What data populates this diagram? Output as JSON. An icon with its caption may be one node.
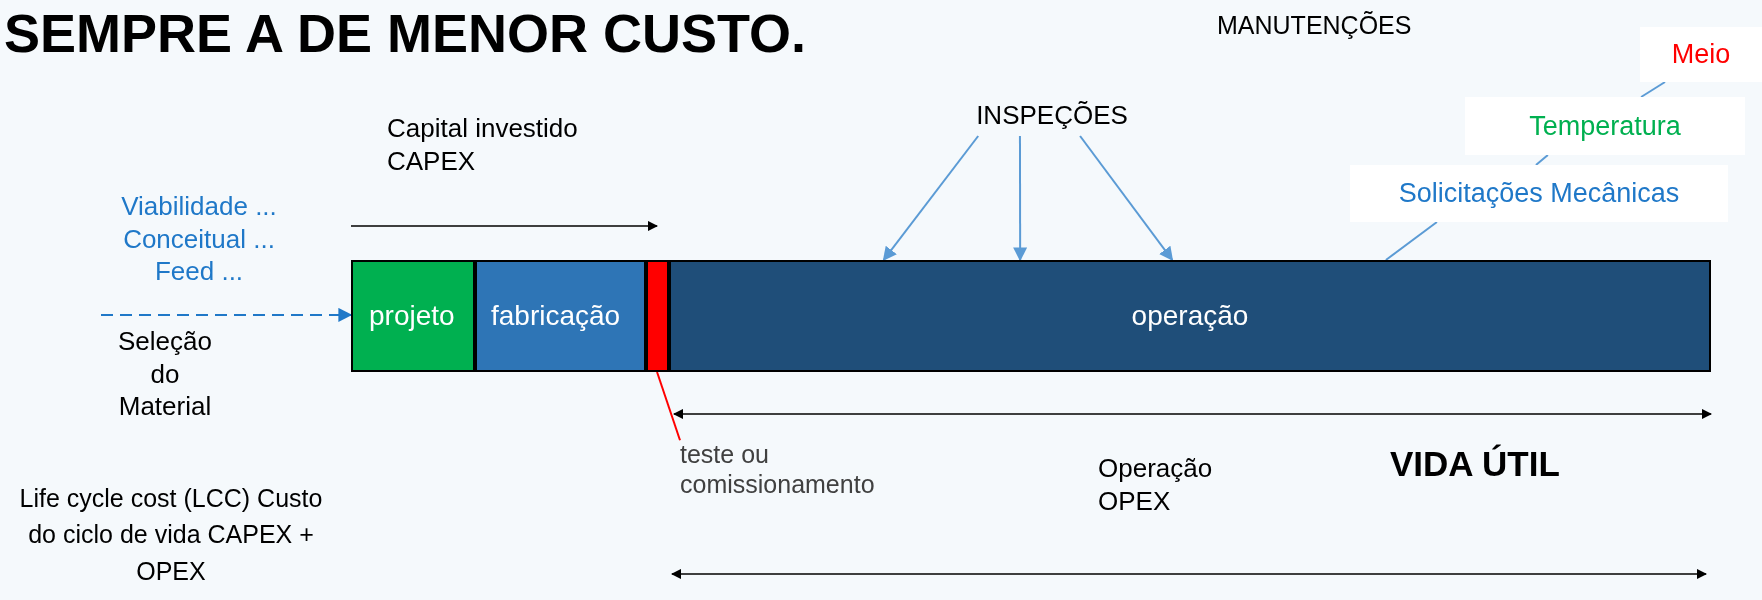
{
  "diagram": {
    "nodes": [
      {
        "text": [
          "projeto"
        ]
      },
      {
        "text": [
          "fabricação"
        ]
      },
      {
        "text": [],
        "shape": "box"
      },
      {
        "text": [
          "operação"
        ]
      },
      {
        "text": [
          "teste ou comissionamento"
        ]
      },
      {
        "text": [
          "INSPEÇÕES"
        ]
      },
      {
        "text": [
          "Solicitações Mecânicas"
        ]
      },
      {
        "text": [
          "Temperatura"
        ]
      },
      {
        "text": [
          "Meio"
        ]
      }
    ],
    "edges": [
      {
        "from": 4,
        "to": 2,
        "arrow": "none",
        "color": "#ff0000"
      },
      {
        "from": 5,
        "to": 3,
        "arrow": "to"
      },
      {
        "from": 5,
        "to": 3,
        "arrow": "to"
      },
      {
        "from": 5,
        "to": 3,
        "arrow": "to"
      },
      {
        "from": null,
        "to": 0,
        "arrow": "to",
        "style": "dashed",
        "color": "#1f78c8"
      },
      {
        "from": 6,
        "to": 3,
        "arrow": "none"
      },
      {
        "from": 7,
        "to": 6,
        "arrow": "none"
      },
      {
        "from": 8,
        "to": 7,
        "arrow": "none"
      }
    ],
    "labels": [
      "SEMPRE A DE MENOR CUSTO.",
      "MANUTENÇÕES",
      "Capital investido CAPEX",
      "Viabilidade ... Conceitual ... Feed ...",
      "Seleção do Material",
      "VIDA ÚTIL",
      "Operação OPEX",
      "Life cycle cost (LCC) Custo do ciclo de vida CAPEX + OPEX"
    ]
  }
}
